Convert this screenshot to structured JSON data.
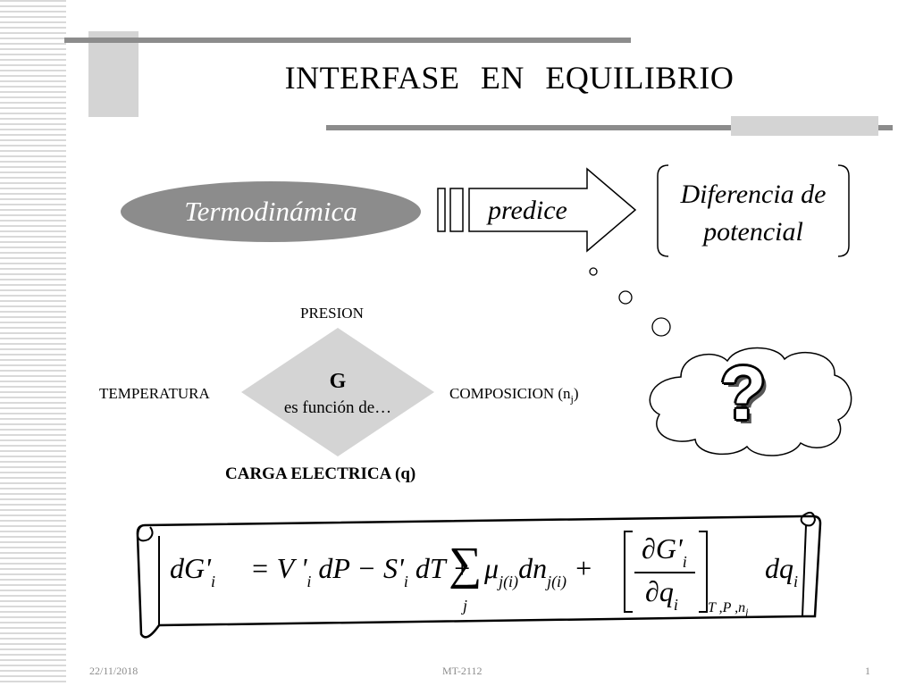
{
  "slide": {
    "title": "INTERFASE   EN   EQUILIBRIO",
    "ellipse_label": "Termodinámica",
    "arrow_label": "predice",
    "box_line1": "Diferencia de",
    "box_line2": "potencial",
    "question_mark": "?"
  },
  "diagram": {
    "top": "PRESION",
    "left": "TEMPERATURA",
    "right_main": "COMPOSICION (n",
    "right_sub": "j",
    "right_end": ")",
    "bottom": "CARGA ELECTRICA (q)",
    "center_symbol": "G",
    "center_text": "es función de…"
  },
  "formula": {
    "dG": "dG'",
    "i1": "i",
    "eq": "= V '",
    "i2": "i",
    "dP": "dP − S'",
    "i3": "i",
    "dT": "dT +",
    "sum": "∑",
    "sum_idx": "j",
    "mu": "μ",
    "mu_sub": "j(i)",
    "dn": "dn",
    "dn_sub": "j(i)",
    "plus": "+",
    "num": "∂G'",
    "num_sub": "i",
    "den": "∂q",
    "den_sub": "i",
    "bracket_sub": "T ,P ,n",
    "bracket_sub_j": "j",
    "dq": "dq",
    "dq_sub": "i"
  },
  "footer": {
    "date": "22/11/2018",
    "code": "MT-2112",
    "page": "1"
  },
  "colors": {
    "gray": "#8c8c8c",
    "light_gray": "#d4d4d4"
  }
}
